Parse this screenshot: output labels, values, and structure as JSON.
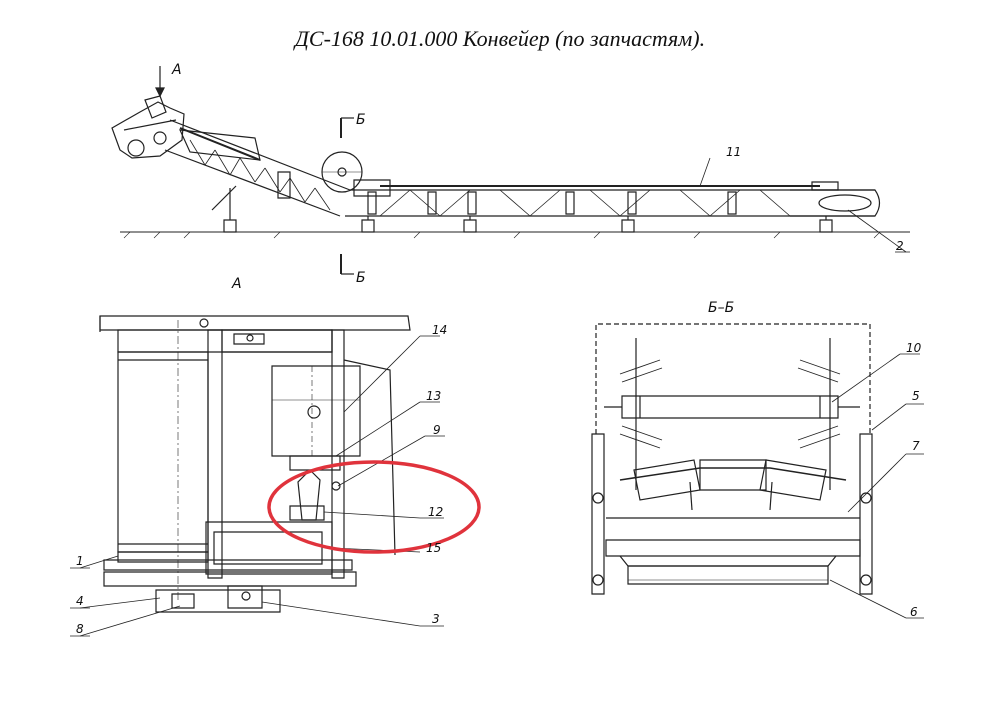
{
  "title": "ДС-168 10.01.000 Конвейер (по запчастям).",
  "views": {
    "top_arrow": "А",
    "section_mark": "Б",
    "detail_view": "А",
    "section_view": "Б–Б"
  },
  "callouts": {
    "c1": "1",
    "c2": "2",
    "c3": "3",
    "c4": "4",
    "c5": "5",
    "c6": "6",
    "c7": "7",
    "c8": "8",
    "c9": "9",
    "c10": "10",
    "c11": "11",
    "c12": "12",
    "c13": "13",
    "c14": "14",
    "c15": "15"
  },
  "highlight": {
    "color": "#e0333c",
    "target": "12"
  },
  "colors": {
    "ink": "#222222",
    "highlight": "#e0333c"
  }
}
